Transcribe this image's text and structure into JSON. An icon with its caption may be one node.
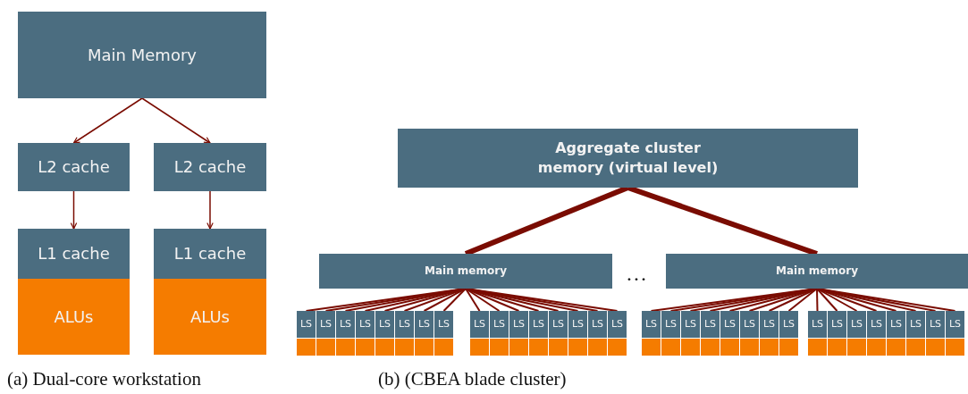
{
  "diagram": {
    "nodes": [
      {
        "text": [
          "Main Memory"
        ]
      },
      {
        "text": [
          "L2 cache"
        ]
      },
      {
        "text": [
          "L2 cache"
        ]
      },
      {
        "text": [
          "L1 cache"
        ]
      },
      {
        "text": [
          "L1 cache"
        ]
      },
      {
        "text": [
          "ALUs"
        ]
      },
      {
        "text": [
          "ALUs"
        ]
      },
      {
        "text": [
          "Aggregate cluster memory (virtual level)"
        ]
      },
      {
        "text": [
          "Main memory"
        ]
      },
      {
        "text": [
          "Main memory"
        ]
      },
      {
        "text": [
          "LS"
        ]
      },
      {
        "text": [
          "LS"
        ]
      },
      {
        "text": [
          "LS"
        ]
      },
      {
        "text": [
          "LS"
        ]
      },
      {
        "text": [
          "LS"
        ]
      },
      {
        "text": [
          "LS"
        ]
      },
      {
        "text": [
          "LS"
        ]
      },
      {
        "text": [
          "LS"
        ]
      },
      {
        "text": [
          "LS"
        ]
      },
      {
        "text": [
          "LS"
        ]
      },
      {
        "text": [
          "LS"
        ]
      },
      {
        "text": [
          "LS"
        ]
      },
      {
        "text": [
          "LS"
        ]
      },
      {
        "text": [
          "LS"
        ]
      },
      {
        "text": [
          "LS"
        ]
      },
      {
        "text": [
          "LS"
        ]
      },
      {
        "text": [
          "LS"
        ]
      },
      {
        "text": [
          "LS"
        ]
      },
      {
        "text": [
          "LS"
        ]
      },
      {
        "text": [
          "LS"
        ]
      },
      {
        "text": [
          "LS"
        ]
      },
      {
        "text": [
          "LS"
        ]
      },
      {
        "text": [
          "LS"
        ]
      },
      {
        "text": [
          "LS"
        ]
      },
      {
        "text": [
          "LS"
        ]
      },
      {
        "text": [
          "LS"
        ]
      },
      {
        "text": [
          "LS"
        ]
      },
      {
        "text": [
          "LS"
        ]
      },
      {
        "text": [
          "LS"
        ]
      },
      {
        "text": [
          "LS"
        ]
      },
      {
        "text": [
          "LS"
        ]
      },
      {
        "text": [
          "LS"
        ]
      }
    ],
    "edges": [
      {
        "from": 0,
        "to": 1,
        "arrow": "to"
      },
      {
        "from": 0,
        "to": 2,
        "arrow": "to"
      },
      {
        "from": 1,
        "to": 3,
        "arrow": "to"
      },
      {
        "from": 2,
        "to": 4,
        "arrow": "to"
      },
      {
        "from": 7,
        "to": 8,
        "arrow": "none",
        "style": "thick"
      },
      {
        "from": 7,
        "to": 9,
        "arrow": "none",
        "style": "thick"
      },
      {
        "from": 8,
        "to": 10,
        "arrow": "none"
      },
      {
        "from": 8,
        "to": 11,
        "arrow": "none"
      },
      {
        "from": 8,
        "to": 12,
        "arrow": "none"
      },
      {
        "from": 8,
        "to": 13,
        "arrow": "none"
      },
      {
        "from": 8,
        "to": 14,
        "arrow": "none"
      },
      {
        "from": 8,
        "to": 15,
        "arrow": "none"
      },
      {
        "from": 8,
        "to": 16,
        "arrow": "none"
      },
      {
        "from": 8,
        "to": 17,
        "arrow": "none"
      },
      {
        "from": 8,
        "to": 18,
        "arrow": "none"
      },
      {
        "from": 8,
        "to": 19,
        "arrow": "none"
      },
      {
        "from": 8,
        "to": 20,
        "arrow": "none"
      },
      {
        "from": 8,
        "to": 21,
        "arrow": "none"
      },
      {
        "from": 8,
        "to": 22,
        "arrow": "none"
      },
      {
        "from": 8,
        "to": 23,
        "arrow": "none"
      },
      {
        "from": 8,
        "to": 24,
        "arrow": "none"
      },
      {
        "from": 8,
        "to": 25,
        "arrow": "none"
      },
      {
        "from": 9,
        "to": 26,
        "arrow": "none"
      },
      {
        "from": 9,
        "to": 27,
        "arrow": "none"
      },
      {
        "from": 9,
        "to": 28,
        "arrow": "none"
      },
      {
        "from": 9,
        "to": 29,
        "arrow": "none"
      },
      {
        "from": 9,
        "to": 30,
        "arrow": "none"
      },
      {
        "from": 9,
        "to": 31,
        "arrow": "none"
      },
      {
        "from": 9,
        "to": 32,
        "arrow": "none"
      },
      {
        "from": 9,
        "to": 33,
        "arrow": "none"
      },
      {
        "from": 9,
        "to": 34,
        "arrow": "none"
      },
      {
        "from": 9,
        "to": 35,
        "arrow": "none"
      },
      {
        "from": 9,
        "to": 36,
        "arrow": "none"
      },
      {
        "from": 9,
        "to": 37,
        "arrow": "none"
      },
      {
        "from": 9,
        "to": 38,
        "arrow": "none"
      },
      {
        "from": 9,
        "to": 39,
        "arrow": "none"
      },
      {
        "from": 9,
        "to": 40,
        "arrow": "none"
      },
      {
        "from": 9,
        "to": 41,
        "arrow": "none"
      }
    ],
    "labels": [
      "…",
      "(a) Dual-core workstation",
      "(b) (CBEA blade cluster)"
    ]
  }
}
